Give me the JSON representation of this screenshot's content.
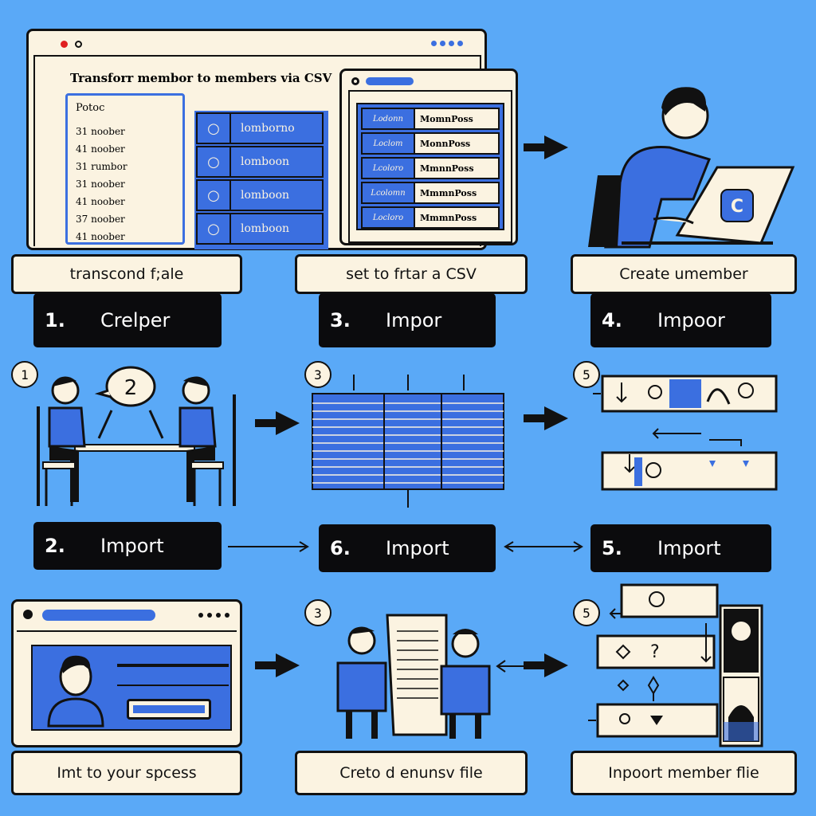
{
  "main_window": {
    "title": "Transforr membor to members via CSV",
    "sidebar_title": "Potoc",
    "sidebar_rows": [
      "31 noober",
      "41 noober",
      "31 rumbor",
      "31 noober",
      "41 noober",
      "37 noober",
      "41 noober"
    ],
    "list_rows": [
      "lomborno",
      "lomboon",
      "lomboon",
      "lomboon"
    ]
  },
  "inner_window": {
    "tab_text": "",
    "rows": [
      {
        "left": "Lodonn",
        "right": "MomnPoss"
      },
      {
        "left": "Loclom",
        "right": "MonnPoss"
      },
      {
        "left": "Lcoloro",
        "right": "MmnnPoss"
      },
      {
        "left": "Lcolomn",
        "right": "MmmnPoss"
      },
      {
        "left": "Locloro",
        "right": "MmmnPoss"
      }
    ]
  },
  "captions": {
    "row1": [
      "transcond f;ale",
      "set to frtar a CSV",
      "Create umember"
    ],
    "row3": [
      "Imt to your spcess",
      "Creto d enunsv file",
      "Inpoort member flie"
    ]
  },
  "steps": {
    "row1": [
      {
        "num": "1.",
        "label": "Crelper"
      },
      {
        "num": "3.",
        "label": "Impor"
      },
      {
        "num": "4.",
        "label": "Impoor"
      }
    ],
    "row2": [
      {
        "num": "2.",
        "label": "Import"
      },
      {
        "num": "6.",
        "label": "Import"
      },
      {
        "num": "5.",
        "label": "Import"
      }
    ]
  },
  "panel_numbers": [
    "1",
    "3",
    "5",
    "3",
    "5"
  ],
  "laptop_badge": "C",
  "speech_bubble": "2",
  "colors": {
    "background": "#5aa9f7",
    "accent": "#3b6fe0",
    "dark": "#0b0b0d",
    "paper": "#fbf3e1"
  }
}
